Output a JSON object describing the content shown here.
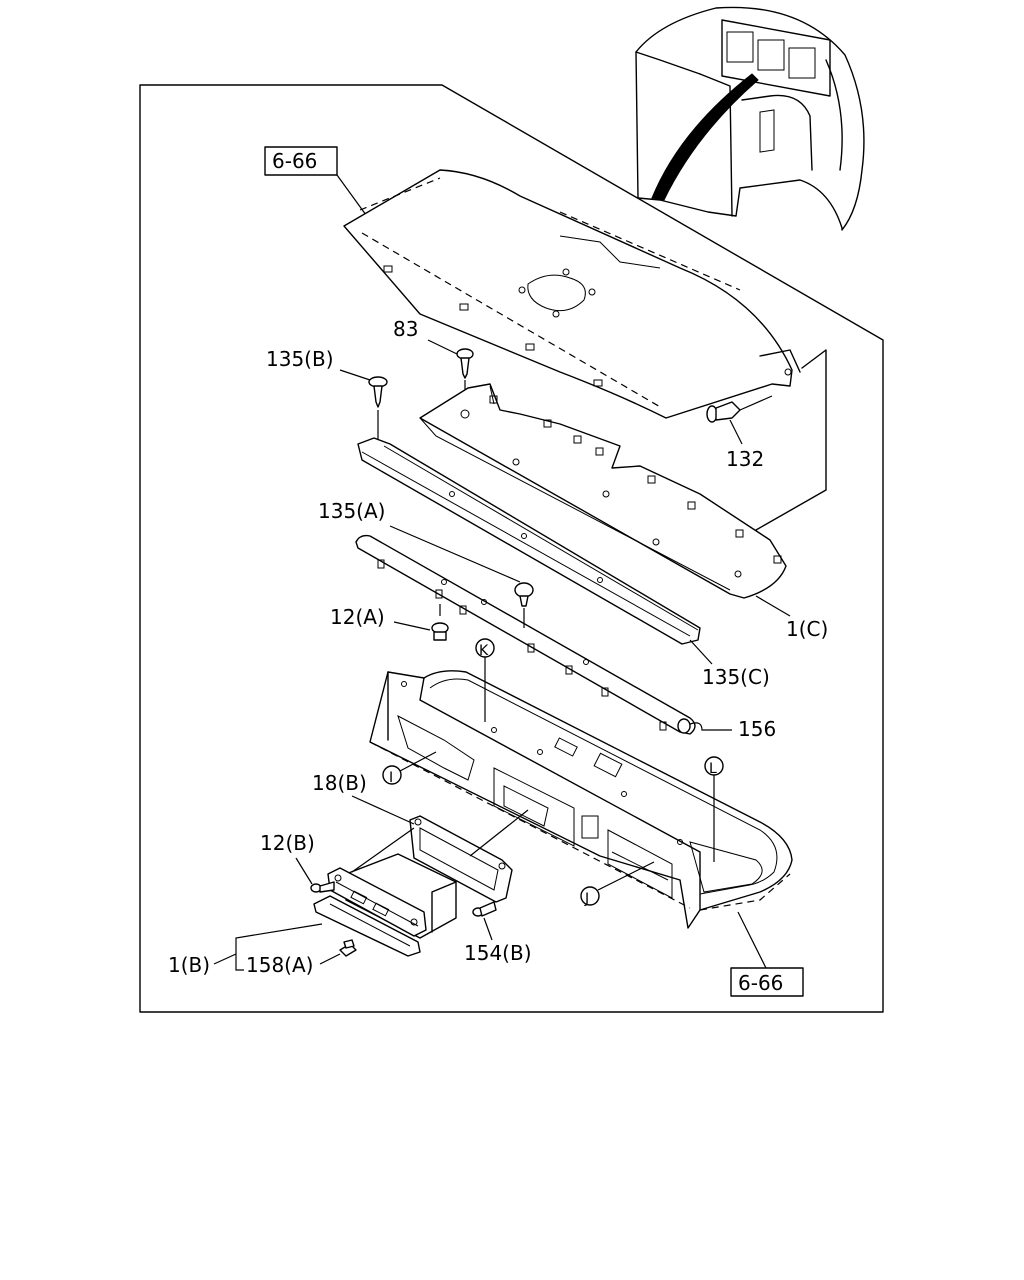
{
  "refs": {
    "top": "6-66",
    "bottom": "6-66"
  },
  "labels": {
    "p83": "83",
    "p135b": "135(B)",
    "p132": "132",
    "p1c": "1(C)",
    "p135a": "135(A)",
    "p12a": "12(A)",
    "p135c": "135(C)",
    "p156": "156",
    "p18b": "18(B)",
    "p12b": "12(B)",
    "p154b": "154(B)",
    "p1b": "1(B)",
    "p158a": "158(A)"
  },
  "callouts": {
    "k": "K",
    "i": "I",
    "l": "L",
    "j": "J"
  }
}
